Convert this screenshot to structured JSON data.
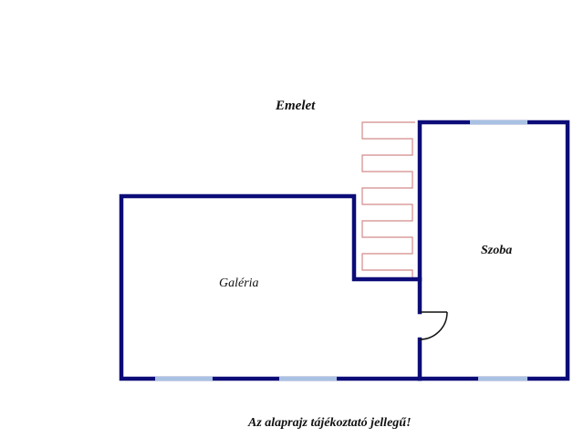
{
  "plan": {
    "title": "Emelet",
    "rooms": [
      {
        "name": "Galéria"
      },
      {
        "name": "Szoba"
      }
    ],
    "disclaimer": "Az alaprajz tájékoztató jellegű!"
  },
  "colors": {
    "wall": "#0c0c78",
    "window": "#a9c2e4",
    "stairs": "#d48a8a",
    "door": "#111111",
    "background": "#ffffff"
  }
}
